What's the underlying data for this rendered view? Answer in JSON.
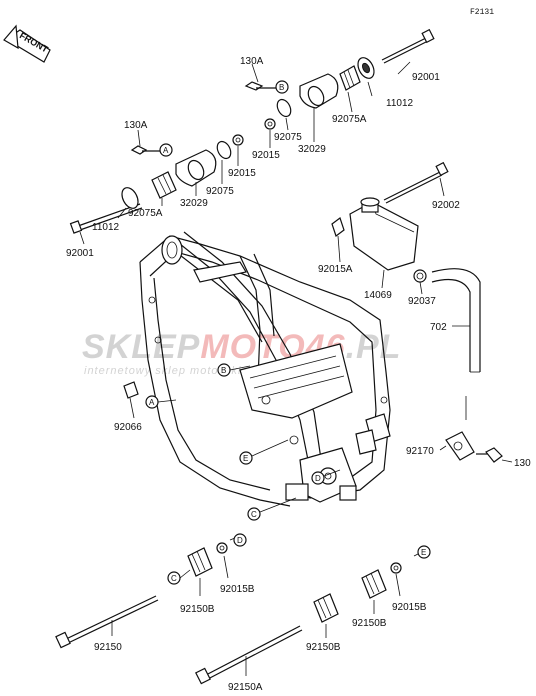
{
  "diagram": {
    "code": "F2131",
    "front_label": "FRONT",
    "watermark": {
      "brand_grey_1": "SKLEP",
      "brand_red": "MOTO",
      "brand_red_2": "46",
      "brand_grey_2": ".PL",
      "tagline": "internetowy sklep motocyklowy",
      "color_grey": "#cfcfcf",
      "color_red": "#f2b3b3"
    },
    "parts": {
      "p92001_top": "92001",
      "p11012_top": "11012",
      "p92075A_top": "92075A",
      "p130A_top": "130A",
      "p92075_top": "92075",
      "p92015_top": "92015",
      "p32029_top": "32029",
      "p130A_left": "130A",
      "p92015_left": "92015",
      "p92075_left": "92075",
      "p32029_left": "32029",
      "p92075A_left": "92075A",
      "p11012_left": "11012",
      "p92001_left": "92001",
      "p92002": "92002",
      "p92015A": "92015A",
      "p14069": "14069",
      "p92037": "92037",
      "p702": "702",
      "p92066": "92066",
      "p92170": "92170",
      "p130": "130",
      "p92015B_left": "92015B",
      "p92150B_left": "92150B",
      "p92150": "92150",
      "p92150B_mid": "92150B",
      "p92150A": "92150A",
      "p92015B_right": "92015B",
      "p92150B_right": "92150B"
    },
    "refs": {
      "a": "A",
      "b": "B",
      "c": "C",
      "d": "D",
      "e": "E"
    }
  }
}
